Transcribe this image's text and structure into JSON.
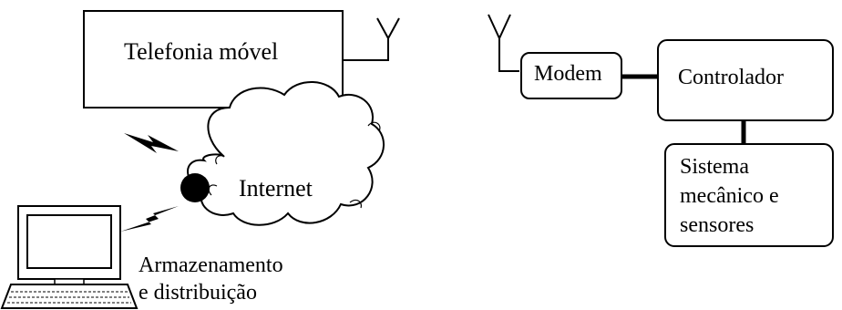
{
  "diagram": {
    "telefonia": {
      "label": "Telefonia móvel"
    },
    "internet": {
      "label": "Internet"
    },
    "storage": {
      "line1": "Armazenamento",
      "line2": "e distribuição"
    },
    "modem": {
      "label": "Modem"
    },
    "controlador": {
      "label": "Controlador"
    },
    "sistema": {
      "line1": "Sistema",
      "line2": "mecânico e",
      "line3": "sensores"
    }
  },
  "colors": {
    "stroke": "#000000",
    "background": "#ffffff"
  }
}
